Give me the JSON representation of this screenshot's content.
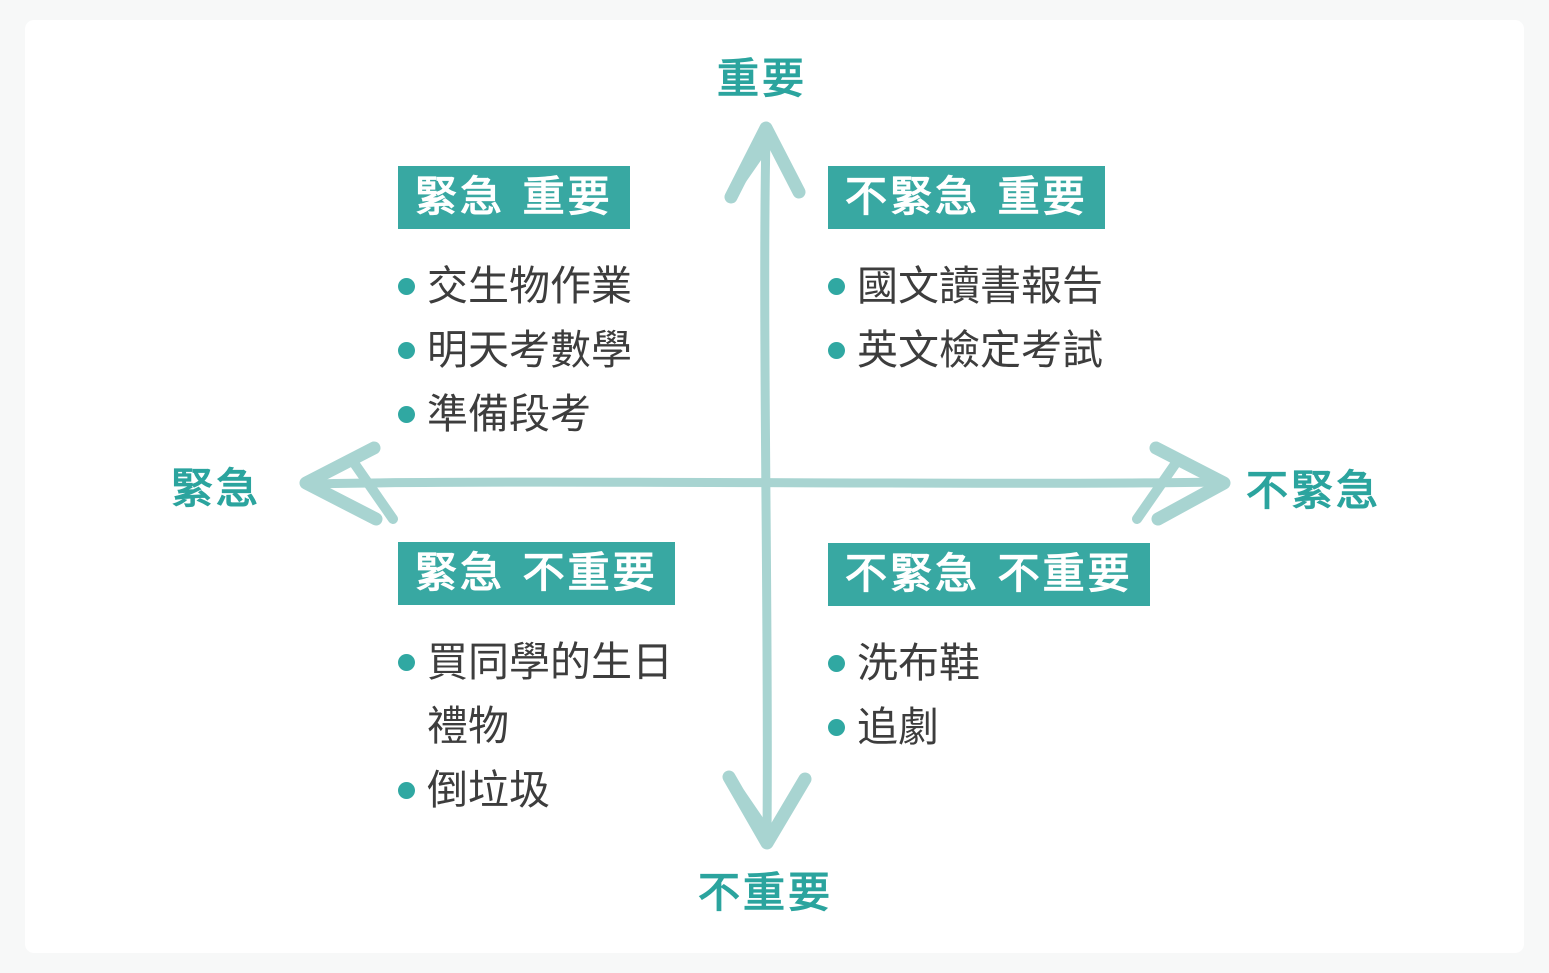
{
  "page": {
    "background": "#f7f8f8",
    "card_background": "#ffffff"
  },
  "colors": {
    "badge_teal": "#38a8a2",
    "label_teal": "#2ba49e",
    "arrow_teal": "#a8d4d1",
    "bullet_teal": "#30a8a2",
    "item_text": "#3d3d3d",
    "badge_text": "#ffffff"
  },
  "axes": {
    "top_label": "重要",
    "bottom_label": "不重要",
    "left_label": "緊急",
    "right_label": "不緊急"
  },
  "quadrants": {
    "urgent_important": {
      "badge": "緊急 重要",
      "items": [
        "交生物作業",
        "明天考數學",
        "準備段考"
      ]
    },
    "not_urgent_important": {
      "badge": "不緊急 重要",
      "items": [
        "國文讀書報告",
        "英文檢定考試"
      ]
    },
    "urgent_not_important": {
      "badge": "緊急 不重要",
      "items": [
        "買同學的生日禮物",
        "倒垃圾"
      ]
    },
    "not_urgent_not_important": {
      "badge": "不緊急 不重要",
      "items": [
        "洗布鞋",
        "追劇"
      ]
    }
  }
}
